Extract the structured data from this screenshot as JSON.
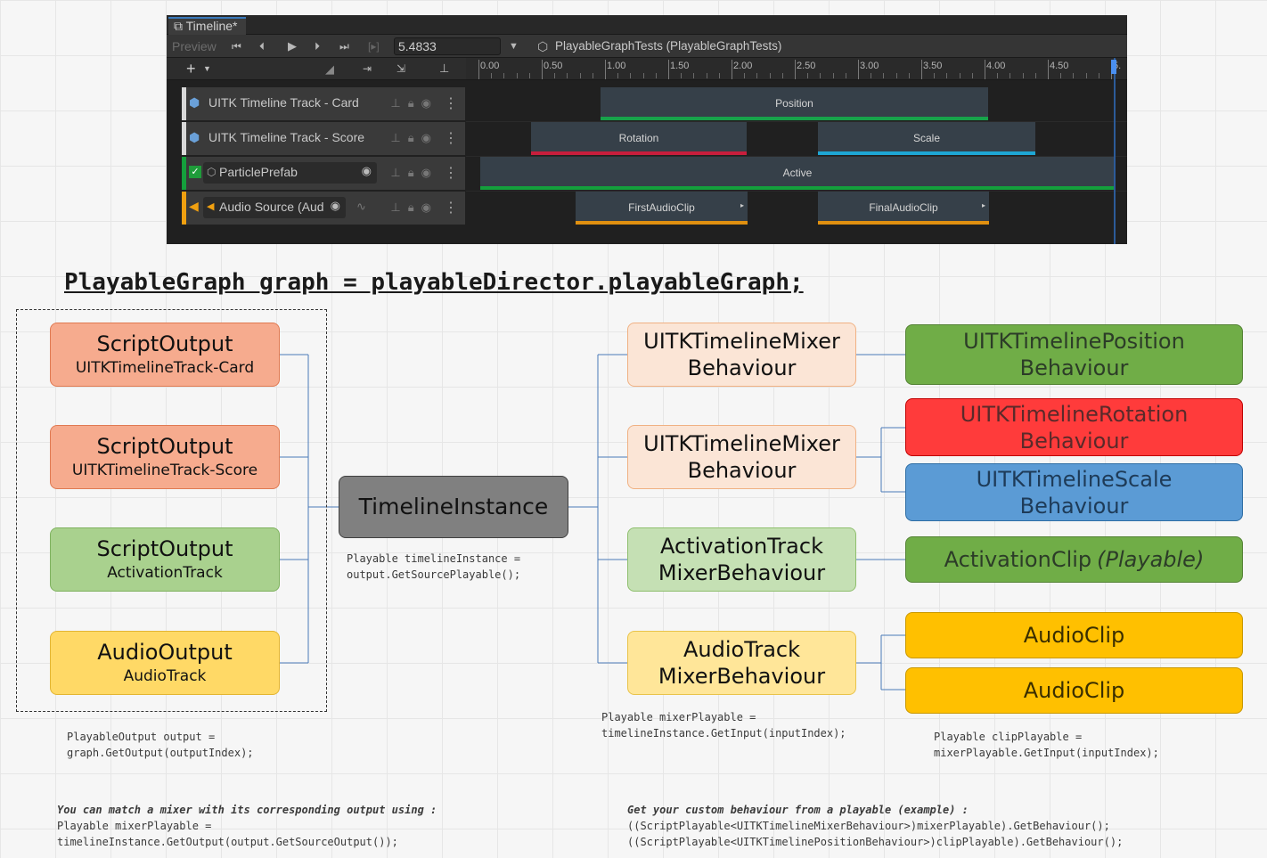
{
  "timeline": {
    "tab_title": "Timeline*",
    "preview_label": "Preview",
    "time_value": "5.4833",
    "asset_label": "PlayableGraphTests (PlayableGraphTests)",
    "ruler_ticks": [
      "0.00",
      "0.50",
      "1.00",
      "1.50",
      "2.00",
      "2.50",
      "3.00",
      "3.50",
      "4.00",
      "4.50",
      "5."
    ],
    "tracks": [
      {
        "name": "UITK Timeline Track - Card",
        "bar_color": "#d8d8d8"
      },
      {
        "name": "UITK Timeline Track - Score",
        "bar_color": "#d8d8d8"
      },
      {
        "name": "ParticlePrefab",
        "bar_color": "#14a03c"
      },
      {
        "name": "Audio Source (Aud",
        "bar_color": "#f0a010"
      }
    ],
    "clips": {
      "position": "Position",
      "rotation": "Rotation",
      "scale": "Scale",
      "active": "Active",
      "first_audio": "FirstAudioClip",
      "final_audio": "FinalAudioClip"
    },
    "colors": {
      "position_underline": "#17a34a",
      "rotation_underline": "#c81e3c",
      "scale_underline": "#1ea6d4",
      "active_underline": "#14a03c",
      "audio_underline": "#e09010",
      "playhead": "#4a8ff0"
    }
  },
  "headline": "PlayableGraph graph = playableDirector.playableGraph;",
  "outputs": [
    {
      "title": "ScriptOutput",
      "subtitle": "UITKTimelineTrack-Card"
    },
    {
      "title": "ScriptOutput",
      "subtitle": "UITKTimelineTrack-Score"
    },
    {
      "title": "ScriptOutput",
      "subtitle": "ActivationTrack"
    },
    {
      "title": "AudioOutput",
      "subtitle": "AudioTrack"
    }
  ],
  "timeline_instance": "TimelineInstance",
  "mixers": [
    {
      "line1": "UITKTimelineMixer",
      "line2": "Behaviour"
    },
    {
      "line1": "UITKTimelineMixer",
      "line2": "Behaviour"
    },
    {
      "line1": "ActivationTrack",
      "line2": "MixerBehaviour"
    },
    {
      "line1": "AudioTrack",
      "line2": "MixerBehaviour"
    }
  ],
  "behaviours": {
    "position": {
      "line1": "UITKTimelinePosition",
      "line2": "Behaviour"
    },
    "rotation": {
      "line1": "UITKTimelineRotation",
      "line2": "Behaviour"
    },
    "scale": {
      "line1": "UITKTimelineScale",
      "line2": "Behaviour"
    },
    "activation_clip": "ActivationClip",
    "activation_clip_note": "(Playable)",
    "audio_clip_1": "AudioClip",
    "audio_clip_2": "AudioClip"
  },
  "code": {
    "timeline_instance": "Playable timelineInstance =\noutput.GetSourcePlayable();",
    "output": "PlayableOutput output =\ngraph.GetOutput(outputIndex);",
    "mixer": "Playable mixerPlayable =\ntimelineInstance.GetInput(inputIndex);",
    "clip": "Playable clipPlayable =\nmixerPlayable.GetInput(inputIndex);",
    "match_heading": "You can match a mixer with its corresponding output using :",
    "match_body": "Playable mixerPlayable =\ntimelineInstance.GetOutput(output.GetSourceOutput());",
    "behaviour_heading": "Get your custom behaviour from a playable (example) :",
    "behaviour_body": "((ScriptPlayable<UITKTimelineMixerBehaviour>)mixerPlayable).GetBehaviour();\n((ScriptPlayable<UITKTimelinePositionBehaviour>)clipPlayable).GetBehaviour();"
  }
}
